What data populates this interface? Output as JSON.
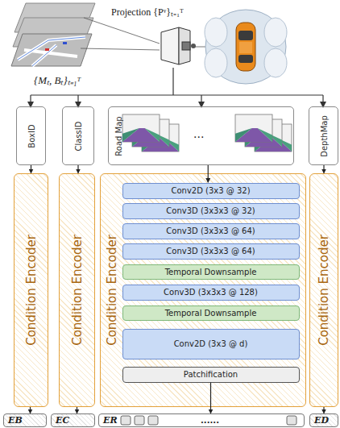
{
  "diagram": {
    "nodes": [
      {
        "text": [
          "BoxID"
        ]
      },
      {
        "text": [
          "ClassID"
        ]
      },
      {
        "text": [
          "Road Map"
        ]
      },
      {
        "text": [
          "DepthMap"
        ]
      },
      {
        "text": [
          "Condition Encoder"
        ]
      },
      {
        "text": [
          "Condition Encoder"
        ]
      },
      {
        "text": [
          "Condition Encoder"
        ]
      },
      {
        "text": [
          "Conv2D (3x3 @ 32)"
        ],
        "in": 6
      },
      {
        "text": [
          "Conv3D (3x3x3 @ 32)"
        ],
        "in": 6
      },
      {
        "text": [
          "Conv3D (3x3x3 @ 64)"
        ],
        "in": 6
      },
      {
        "text": [
          "Conv3D (3x3x3 @ 64)"
        ],
        "in": 6
      },
      {
        "text": [
          "Temporal Downsample"
        ],
        "in": 6
      },
      {
        "text": [
          "Conv3D (3x3x3 @ 128)"
        ],
        "in": 6
      },
      {
        "text": [
          "Temporal Downsample"
        ],
        "in": 6
      },
      {
        "text": [
          "Conv2D (3x3 @ d)"
        ],
        "in": 6
      },
      {
        "text": [
          "Patchification"
        ],
        "in": 6
      },
      {
        "text": [
          "Condition Encoder"
        ]
      },
      {
        "text": [
          "EB"
        ]
      },
      {
        "text": [
          "EC"
        ]
      },
      {
        "text": [
          "ER",
          "......"
        ]
      },
      {
        "text": [
          "ED"
        ]
      }
    ],
    "edges": [
      {
        "from": 0,
        "to": 4,
        "arrow": "to"
      },
      {
        "from": 1,
        "to": 5,
        "arrow": "to"
      },
      {
        "from": 2,
        "to": 7,
        "arrow": "to"
      },
      {
        "from": 3,
        "to": 16,
        "arrow": "to"
      },
      {
        "from": 4,
        "to": 17,
        "arrow": "to"
      },
      {
        "from": 5,
        "to": 18,
        "arrow": "to"
      },
      {
        "from": 15,
        "to": 19,
        "arrow": "to"
      },
      {
        "from": 16,
        "to": 20,
        "arrow": "to"
      }
    ],
    "labels": [
      "{Mₜ, Bₜ}ₜ₌₁ᵀ",
      "Projection {Pᵛ}ₜ₌₁ᵀ",
      "..."
    ]
  }
}
